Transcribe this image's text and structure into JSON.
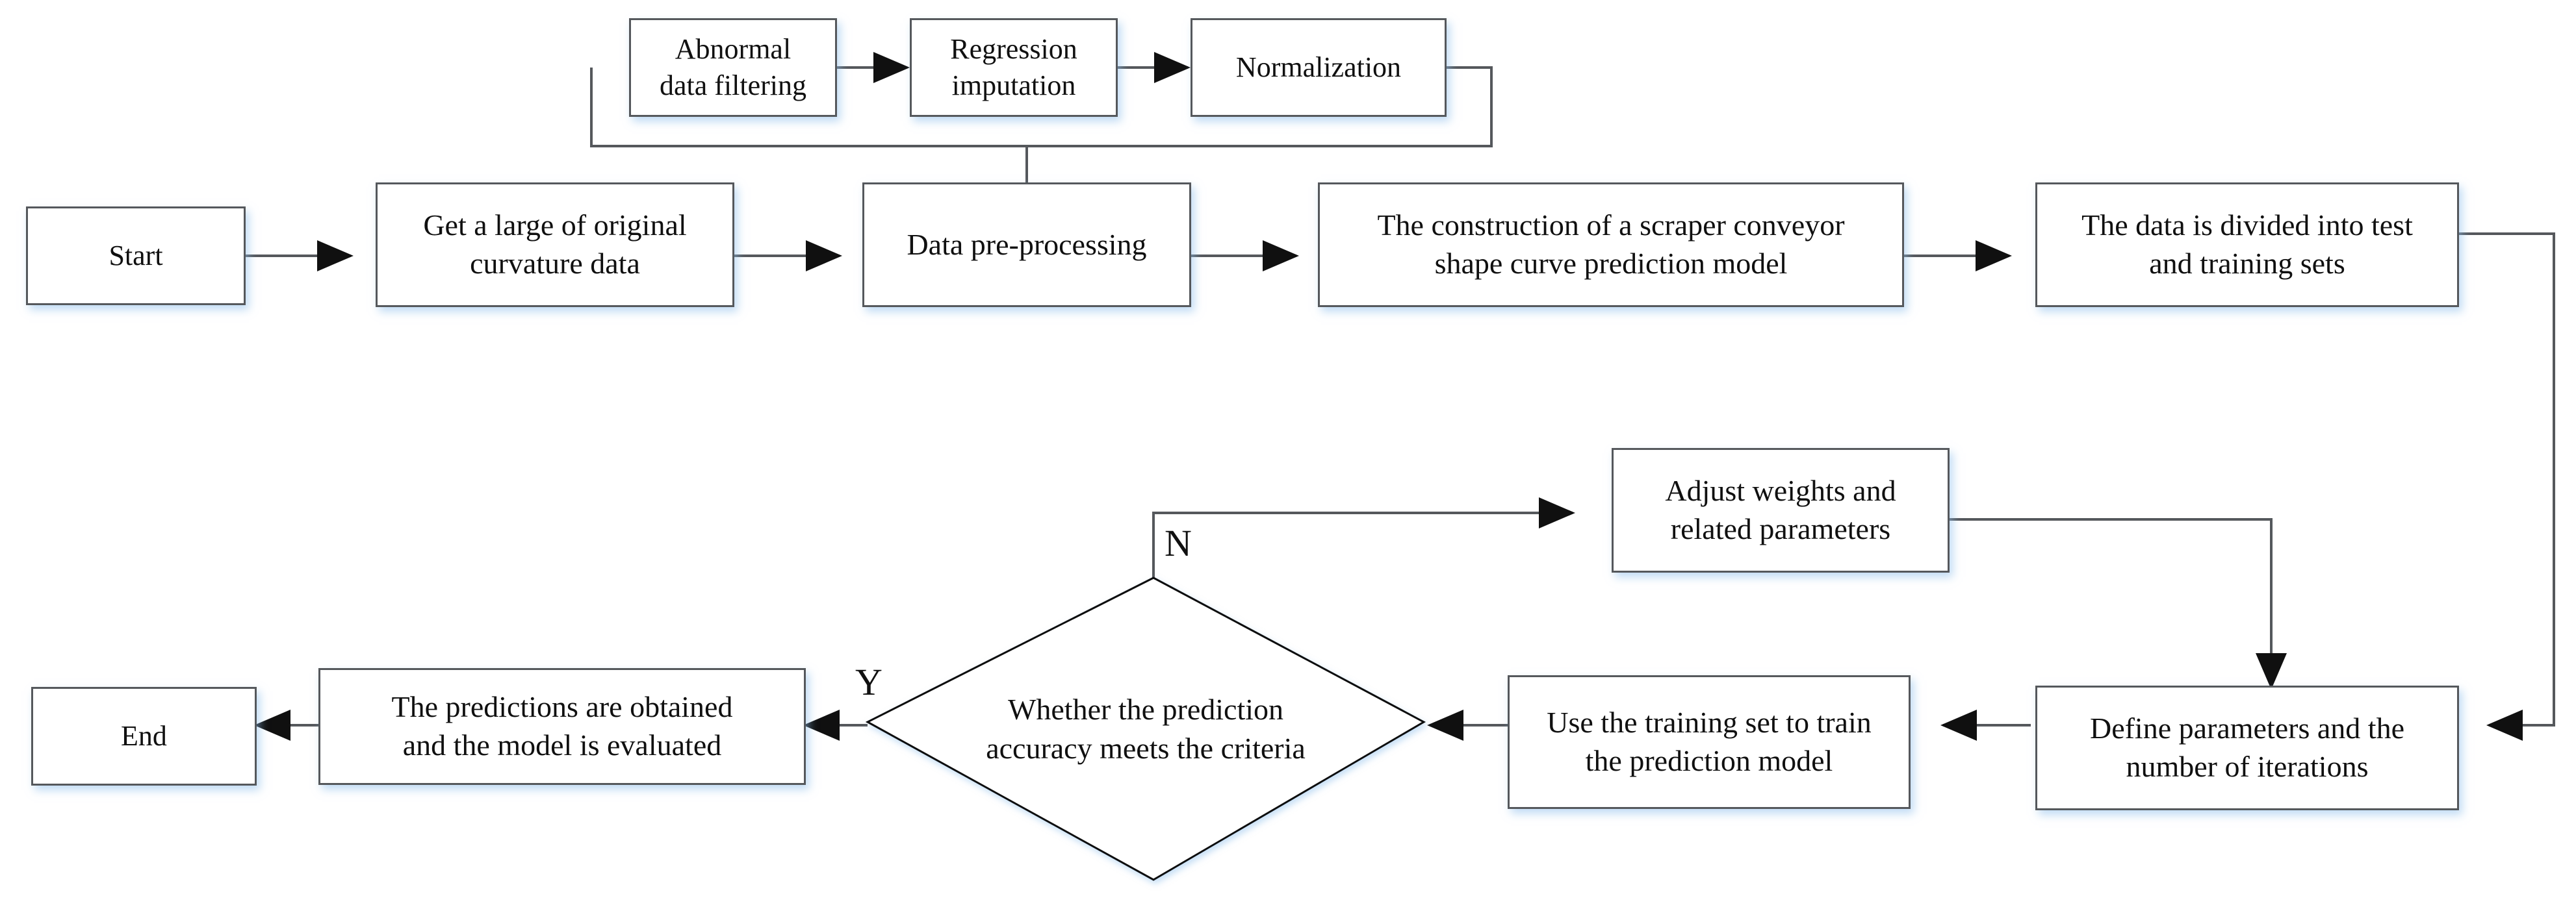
{
  "diagram": {
    "title": "Scraper conveyor shape curve prediction flowchart",
    "style": {
      "border_color": "#55585c",
      "node_fill": "#ffffff",
      "shadow_color": "#8cbeeb",
      "line_color": "#55585c",
      "text_color": "#101010",
      "background": "#ffffff"
    },
    "nodes": {
      "start": "Start",
      "get_data": "Get a large of original\ncurvature data",
      "preprocessing": "Data pre-processing",
      "construction": "The construction of a scraper conveyor\nshape curve prediction model",
      "split_data": "The data is divided into test\nand training sets",
      "abnormal_filter": "Abnormal\ndata filtering",
      "regression_imputation": "Regression\nimputation",
      "normalization": "Normalization",
      "adjust_weights": "Adjust weights and\nrelated parameters",
      "define_params": "Define parameters and the\nnumber of iterations",
      "train_model": "Use the training set to train\nthe prediction model",
      "decision": "Whether the prediction\naccuracy meets the criteria",
      "evaluate": "The predictions are obtained\nand the model is evaluated",
      "end": "End"
    },
    "branch_labels": {
      "no": "N",
      "yes": "Y"
    }
  }
}
